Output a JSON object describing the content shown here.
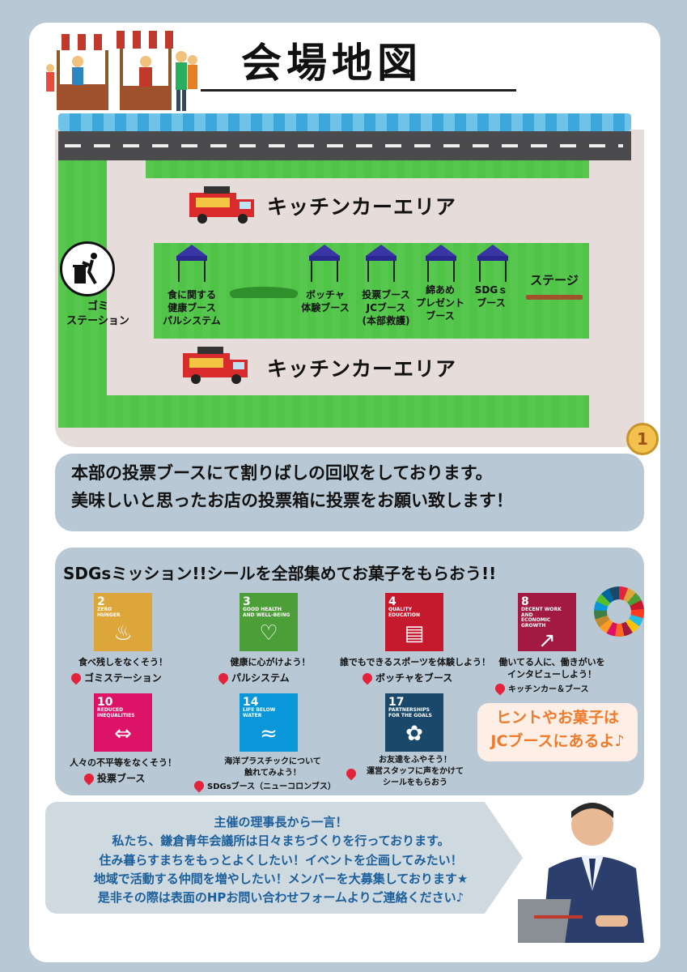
{
  "title": "会場地図",
  "map": {
    "kitchen_car_area_1": "キッチンカーエリア",
    "kitchen_car_area_2": "キッチンカーエリア",
    "garbage_station": "ゴミ\nステーション",
    "booths": [
      {
        "label": "食に関する\n健康ブース\nパルシステム"
      },
      {
        "label": "ボッチャ\n体験ブース"
      },
      {
        "label": "投票ブース\nJCブース\n(本部救護)"
      },
      {
        "label": "綿あめ\nプレゼント\nブース"
      },
      {
        "label": "SDGｓ\nブース"
      }
    ],
    "stage": "ステージ",
    "badge": "1"
  },
  "notice": {
    "line1": "本部の投票ブースにて割りばしの回収をしております。",
    "line2": "美味しいと思ったお店の投票箱に投票をお願い致します！"
  },
  "sdgs": {
    "title": "SDGsミッション!!シールを全部集めてお菓子をもらおう!!",
    "goals": [
      {
        "num": "2",
        "name": "ZERO\nHUNGER",
        "color": "#dda63a",
        "caption": "食べ残しをなくそう！",
        "location": "ゴミステーション"
      },
      {
        "num": "3",
        "name": "GOOD HEALTH\nAND WELL-BEING",
        "color": "#4c9f38",
        "caption": "健康に心がけよう！",
        "location": "パルシステム"
      },
      {
        "num": "4",
        "name": "QUALITY\nEDUCATION",
        "color": "#c5192d",
        "caption": "誰でもできるスポーツを体験しよう！",
        "location": "ボッチャをブース"
      },
      {
        "num": "8",
        "name": "DECENT WORK AND\nECONOMIC GROWTH",
        "color": "#a21942",
        "caption": "働いてる人に、働きがいを\nインタビューしよう！",
        "location": "キッチンカー＆ブース"
      },
      {
        "num": "10",
        "name": "REDUCED\nINEQUALITIES",
        "color": "#dd1367",
        "caption": "人々の不平等をなくそう！",
        "location": "投票ブース"
      },
      {
        "num": "14",
        "name": "LIFE BELOW\nWATER",
        "color": "#0a97d9",
        "caption": "海洋プラスチックについて\n触れてみよう！",
        "location": "SDGsブース（ニューコロンブス）"
      },
      {
        "num": "17",
        "name": "PARTNERSHIPS\nFOR THE GOALS",
        "color": "#19486a",
        "caption": "お友達をふやそう！\n運営スタッフに声をかけて\nシールをもらおう",
        "location": ""
      }
    ],
    "hint": "ヒントやお菓子は\nJCブースにあるよ♪"
  },
  "message": {
    "heading": "主催の理事長から一言！",
    "line1": "私たち、鎌倉青年会議所は日々まちづくりを行っております。",
    "line2": "住み暮らすまちをもっとよくしたい！イベントを企画してみたい！",
    "line3": "地域で活動する仲間を増やしたい！メンバーを大募集しております★",
    "line4": "是非その際は表面のHPお問い合わせフォームよりご連絡ください♪"
  }
}
